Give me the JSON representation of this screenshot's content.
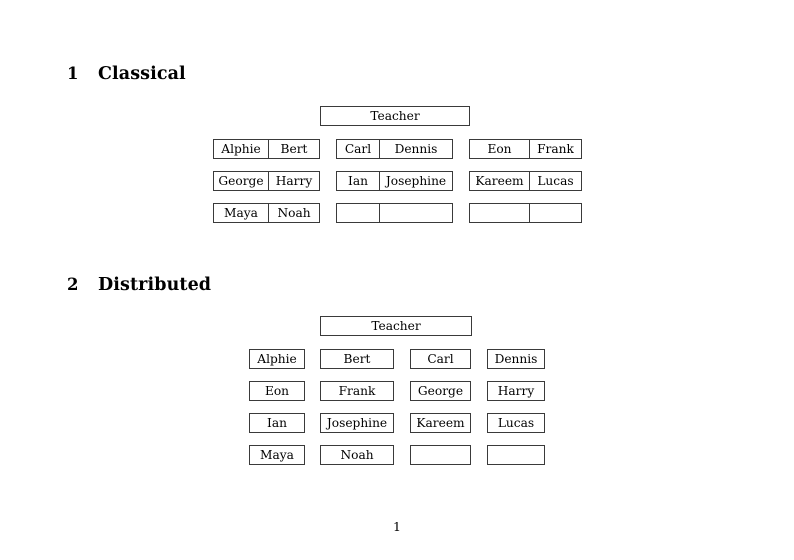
{
  "document": {
    "page_number": "1",
    "sections": [
      {
        "number": "1",
        "title": "Classical",
        "teacher_label": "Teacher",
        "layout": "joined-pairs",
        "groups": [
          {
            "name": "group-a",
            "rows": [
              {
                "left": "Alphie",
                "right": "Bert"
              },
              {
                "left": "George",
                "right": "Harry"
              },
              {
                "left": "Maya",
                "right": "Noah"
              }
            ]
          },
          {
            "name": "group-b",
            "rows": [
              {
                "left": "Carl",
                "right": "Dennis"
              },
              {
                "left": "Ian",
                "right": "Josephine"
              },
              {
                "left": "",
                "right": ""
              }
            ]
          },
          {
            "name": "group-c",
            "rows": [
              {
                "left": "Eon",
                "right": "Frank"
              },
              {
                "left": "Kareem",
                "right": "Lucas"
              },
              {
                "left": "",
                "right": ""
              }
            ]
          }
        ]
      },
      {
        "number": "2",
        "title": "Distributed",
        "teacher_label": "Teacher",
        "layout": "separate-grid",
        "grid": [
          [
            "Alphie",
            "Bert",
            "Carl",
            "Dennis"
          ],
          [
            "Eon",
            "Frank",
            "George",
            "Harry"
          ],
          [
            "Ian",
            "Josephine",
            "Kareem",
            "Lucas"
          ],
          [
            "Maya",
            "Noah",
            "",
            ""
          ]
        ]
      }
    ]
  },
  "colors": {
    "page_background": "#ffffff",
    "text": "#000000",
    "box_border": "#3a3a3a"
  }
}
